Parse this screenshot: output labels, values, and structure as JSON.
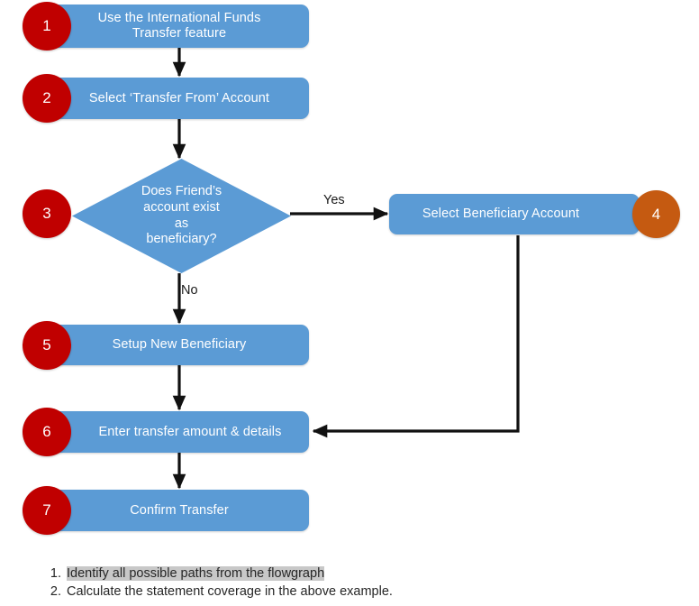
{
  "diagram": {
    "title": "International Funds Transfer flowchart",
    "colors": {
      "process_fill": "#5B9BD5",
      "badge_red": "#C00000",
      "badge_orange": "#C55A11",
      "edge": "#000000",
      "text_on_shape": "#FFFFFF",
      "note_highlight": "#C8C8C8"
    },
    "nodes": [
      {
        "id": "n1",
        "step": "1",
        "badge_color": "red",
        "badge_side": "left",
        "shape": "process",
        "label": "Use the International Funds\nTransfer feature"
      },
      {
        "id": "n2",
        "step": "2",
        "badge_color": "red",
        "badge_side": "left",
        "shape": "process",
        "label": "Select ‘Transfer From’ Account"
      },
      {
        "id": "n3",
        "step": "3",
        "badge_color": "red",
        "badge_side": "left",
        "shape": "decision",
        "label": "Does Friend’s\naccount exist\nas\nbeneficiary?"
      },
      {
        "id": "n4",
        "step": "4",
        "badge_color": "orange",
        "badge_side": "right",
        "shape": "process",
        "label": "Select Beneficiary Account"
      },
      {
        "id": "n5",
        "step": "5",
        "badge_color": "red",
        "badge_side": "left",
        "shape": "process",
        "label": "Setup New Beneficiary"
      },
      {
        "id": "n6",
        "step": "6",
        "badge_color": "red",
        "badge_side": "left",
        "shape": "process",
        "label": "Enter transfer amount & details"
      },
      {
        "id": "n7",
        "step": "7",
        "badge_color": "red",
        "badge_side": "left",
        "shape": "process",
        "label": "Confirm Transfer"
      }
    ],
    "edges": [
      {
        "id": "e1",
        "from": "n1",
        "to": "n2",
        "label": ""
      },
      {
        "id": "e2",
        "from": "n2",
        "to": "n3",
        "label": ""
      },
      {
        "id": "e3",
        "from": "n3",
        "to": "n4",
        "label": "Yes"
      },
      {
        "id": "e4",
        "from": "n3",
        "to": "n5",
        "label": "No"
      },
      {
        "id": "e5",
        "from": "n5",
        "to": "n6",
        "label": ""
      },
      {
        "id": "e6",
        "from": "n4",
        "to": "n6",
        "label": ""
      },
      {
        "id": "e7",
        "from": "n6",
        "to": "n7",
        "label": ""
      }
    ]
  },
  "notes": {
    "items": [
      {
        "text": "Identify all possible paths from the flowgraph",
        "highlighted": true
      },
      {
        "text": "Calculate the statement coverage in the above example.",
        "highlighted": false
      }
    ]
  }
}
